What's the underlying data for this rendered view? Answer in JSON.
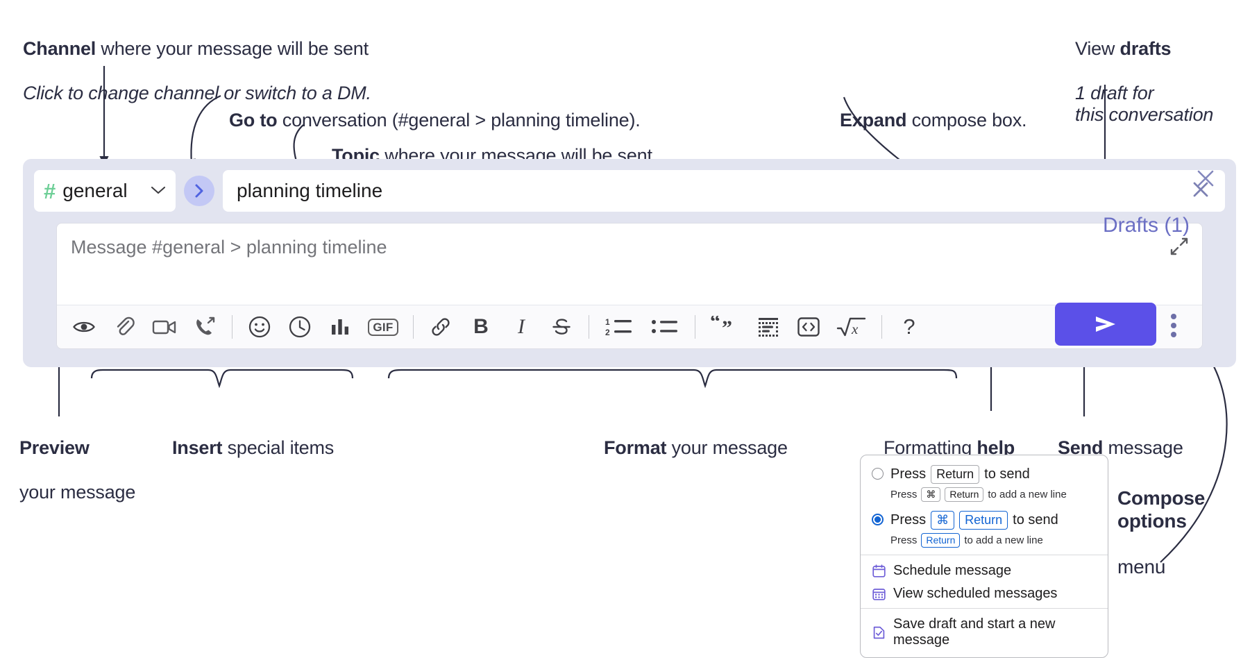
{
  "annotations": {
    "channel": {
      "bold": "Channel",
      "rest": " where your message will be sent",
      "italic": "Click to change channel or switch to a DM."
    },
    "goto": {
      "bold": "Go to",
      "rest": " conversation (#general > planning timeline)."
    },
    "topic": {
      "bold": "Topic",
      "rest": " where your message will be sent"
    },
    "expand": {
      "bold": "Expand",
      "rest": " compose box."
    },
    "drafts": {
      "bold_prefix": "View ",
      "bold": "drafts",
      "italic": "1 draft for\nthis conversation"
    },
    "preview": {
      "bold": "Preview",
      "rest": "your message"
    },
    "insert": {
      "bold": "Insert",
      "rest": " special items"
    },
    "format": {
      "bold": "Format",
      "rest": " your message"
    },
    "formatting_help": {
      "prefix": "Formatting ",
      "bold": "help"
    },
    "send": {
      "bold": "Send",
      "rest": " message"
    },
    "compose_options": {
      "bold": "Compose\noptions",
      "rest": "menu"
    }
  },
  "compose": {
    "channel": {
      "name": "general",
      "hash": "#",
      "chevron": "chevron-down"
    },
    "goto_button": "go-to-conversation",
    "topic": {
      "value": "planning timeline",
      "clear": "close-icon"
    },
    "message_input": {
      "placeholder": "Message #general > planning timeline",
      "value": ""
    },
    "expand_label": "expand-icon",
    "toolbar": [
      {
        "name": "preview-icon",
        "label": "Preview"
      },
      {
        "name": "attachment-icon",
        "label": "Attach file"
      },
      {
        "name": "video-icon",
        "label": "Record video clip"
      },
      {
        "name": "audio-call-icon",
        "label": "Record audio clip"
      },
      {
        "name": "separator-1",
        "label": ""
      },
      {
        "name": "emoji-icon",
        "label": "Emoji"
      },
      {
        "name": "clock-icon",
        "label": "Reminder"
      },
      {
        "name": "poll-icon",
        "label": "Poll"
      },
      {
        "name": "gif-icon",
        "label": "GIF"
      },
      {
        "name": "separator-2",
        "label": ""
      },
      {
        "name": "link-icon",
        "label": "Link"
      },
      {
        "name": "bold-icon",
        "label": "B"
      },
      {
        "name": "italic-icon",
        "label": "I"
      },
      {
        "name": "strikethrough-icon",
        "label": "Strikethrough"
      },
      {
        "name": "separator-3",
        "label": ""
      },
      {
        "name": "ordered-list-icon",
        "label": "Ordered list"
      },
      {
        "name": "bulleted-list-icon",
        "label": "Bulleted list"
      },
      {
        "name": "separator-4",
        "label": ""
      },
      {
        "name": "blockquote-icon",
        "label": "Blockquote"
      },
      {
        "name": "code-block-icon",
        "label": "Code block"
      },
      {
        "name": "code-icon",
        "label": "Code"
      },
      {
        "name": "math-icon",
        "label": "Math"
      },
      {
        "name": "separator-5",
        "label": ""
      },
      {
        "name": "help-icon",
        "label": "?"
      }
    ],
    "drafts_label": "Drafts (1)",
    "send_button": "send-icon",
    "kebab_button": "compose-options-icon",
    "panel_close": "close-icon"
  },
  "menu": {
    "options": [
      {
        "selected": false,
        "line_pre": "Press",
        "keys": [
          "Return"
        ],
        "line_post": "to send",
        "sub_pre": "Press",
        "sub_keys": [
          "⌘",
          "Return"
        ],
        "sub_post": "to add a new line"
      },
      {
        "selected": true,
        "line_pre": "Press",
        "keys": [
          "⌘",
          "Return"
        ],
        "line_post": "to send",
        "sub_pre": "Press",
        "sub_keys": [
          "Return"
        ],
        "sub_post": "to add a new line"
      }
    ],
    "items": [
      {
        "icon": "calendar-icon",
        "label": "Schedule message"
      },
      {
        "icon": "calendar-grid-icon",
        "label": "View scheduled messages"
      },
      {
        "icon": "save-draft-icon",
        "label": "Save draft and start a new message"
      }
    ]
  },
  "colors": {
    "compose_bg": "#e2e4f0",
    "send_purple": "#5b50e8",
    "drafts_text": "#6b6fc4",
    "hash_green": "#6ecf97",
    "goto_circle": "#c3c8f5",
    "radio_blue": "#1264d3",
    "menu_icon_purple": "#6f5fd8"
  }
}
